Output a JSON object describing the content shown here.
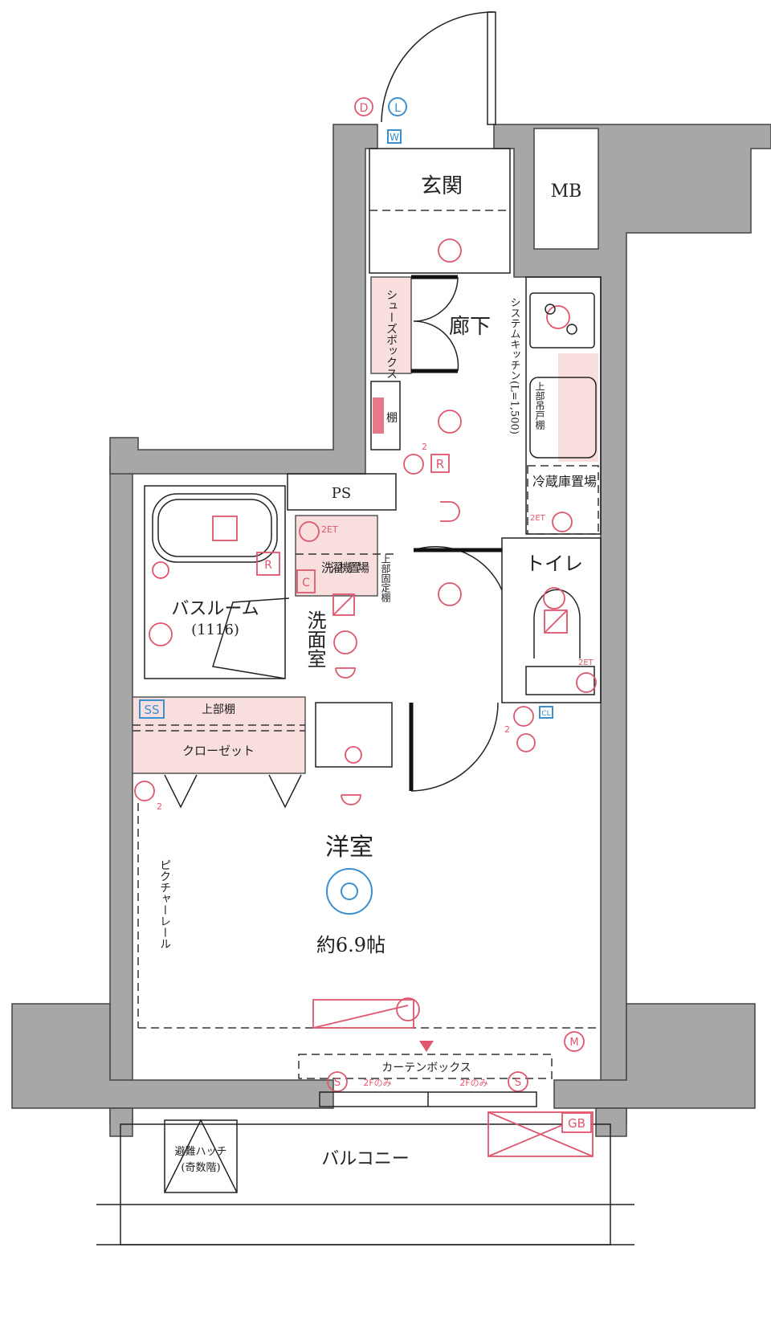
{
  "rooms": {
    "genkan": "玄関",
    "mb": "MB",
    "shoes_box": "シューズボックス",
    "rouka": "廊下",
    "tana": "棚",
    "kitchen": "システムキッチン(L=1,500)",
    "upper_cabinet": "上部吊戸棚",
    "fridge": "冷蔵庫置場",
    "ps": "PS",
    "washer": "洗濯機置場",
    "upper_fixed_shelf": "上部固定棚",
    "bathroom": "バスルーム",
    "bathroom_size": "(1116)",
    "senmen": "洗面室",
    "toilet": "トイレ",
    "upper_shelf": "上部棚",
    "closet": "クローゼット",
    "youshitsu": "洋室",
    "area": "約6.9帖",
    "picture_rail": "ピクチャーレール",
    "curtain_box": "カーテンボックス",
    "second_floor_only_left": "2Fのみ",
    "second_floor_only_right": "2Fのみ",
    "hatch": "避難ハッチ",
    "hatch_note": "(奇数階)",
    "balcony": "バルコニー"
  },
  "symbols": {
    "door_phone": "D",
    "light": "L",
    "water": "W",
    "remote": "R",
    "remote_bath": "R",
    "control": "C",
    "outlet_2et_wash": "2ET",
    "outlet_2et_fridge": "2ET",
    "outlet_2et_toilet": "2ET",
    "count_2_a": "2",
    "count_2_b": "2",
    "count_2_c": "2",
    "cl": "CL",
    "ss": "SS",
    "m": "M",
    "s_left": "S",
    "s_right": "S",
    "gb": "GB"
  },
  "colors": {
    "wall": "#a7a7a7",
    "equipment": "#e0566e",
    "storage": "#f9dede",
    "blue_marks": "#3b8fcf"
  }
}
